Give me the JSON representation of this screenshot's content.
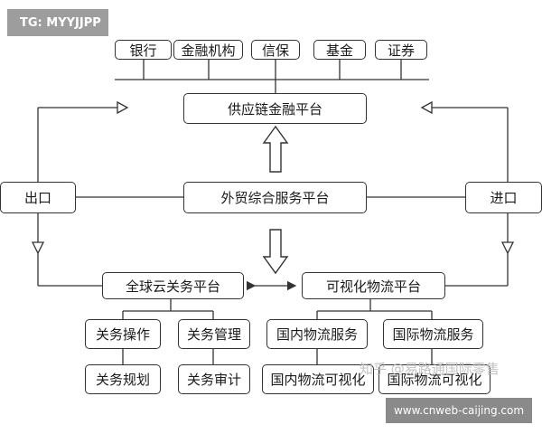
{
  "watermark_top_left": "TG: MYYJJPP",
  "watermark_bottom_right": "www.cnweb-caijing.com",
  "watermark_overlay": "知乎 @易路通国际零售",
  "institutions": [
    "银行",
    "金融机构",
    "信保",
    "基金",
    "证券"
  ],
  "supply_chain_platform": "供应链金融平台",
  "trade_platform": "外贸综合服务平台",
  "export": "出口",
  "import": "进口",
  "customs_platform": "全球云关务平台",
  "logistics_platform": "可视化物流平台",
  "customs_items": [
    "关务操作",
    "关务管理",
    "关务规划",
    "关务审计"
  ],
  "logistics_items": [
    "国内物流服务",
    "国际物流服务",
    "国内物流可视化",
    "国际物流可视化"
  ]
}
